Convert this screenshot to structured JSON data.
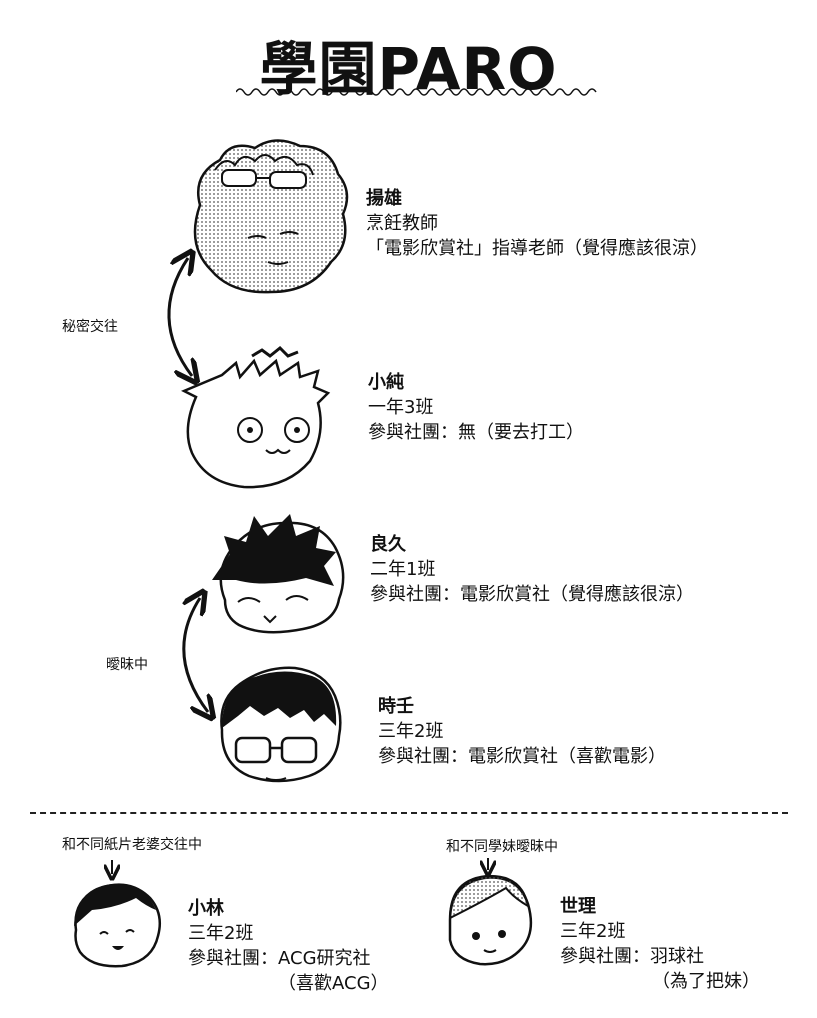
{
  "title": "學園PARO",
  "relations": [
    {
      "label": "秘密交往"
    },
    {
      "label": "曖昧中"
    }
  ],
  "characters": [
    {
      "name": "揚雄",
      "lines": [
        "烹飪教師",
        "「電影欣賞社」指導老師（覺得應該很涼）"
      ]
    },
    {
      "name": "小純",
      "lines": [
        "一年3班",
        "參與社團：無（要去打工）"
      ]
    },
    {
      "name": "良久",
      "lines": [
        "二年1班",
        "參與社團：電影欣賞社（覺得應該很涼）"
      ]
    },
    {
      "name": "時壬",
      "lines": [
        "三年2班",
        "參與社團：電影欣賞社（喜歡電影）"
      ]
    },
    {
      "name": "小林",
      "note": "和不同紙片老婆交往中",
      "lines": [
        "三年2班",
        "參與社團：ACG研究社",
        "（喜歡ACG）"
      ]
    },
    {
      "name": "世理",
      "note": "和不同學妹曖昧中",
      "lines": [
        "三年2班",
        "參與社團：羽球社",
        "（為了把妹）"
      ]
    }
  ],
  "colors": {
    "ink": "#111111",
    "paper": "#ffffff",
    "tone": "#bdbdbd"
  }
}
